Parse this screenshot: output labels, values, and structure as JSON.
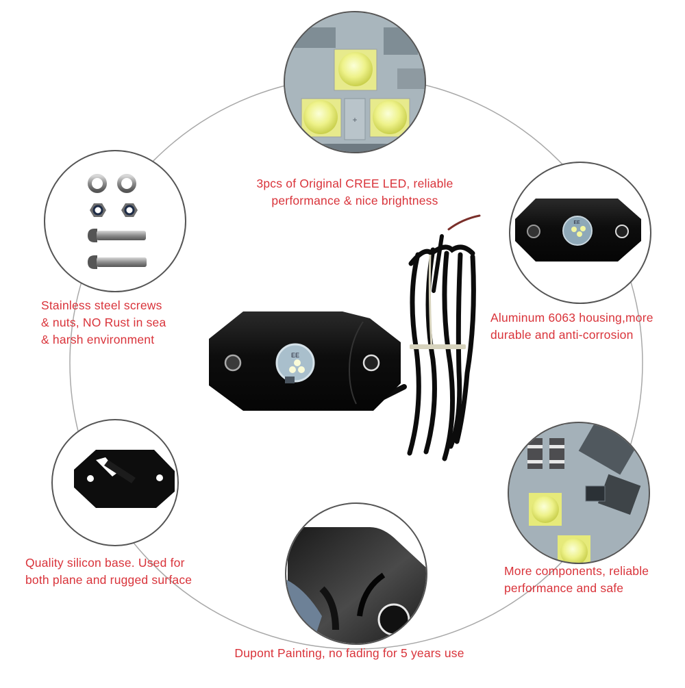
{
  "infographic": {
    "subject": "LED rock light",
    "accent_color": "#d9333a",
    "ring_color": "#9a9a9a",
    "features": [
      {
        "id": "cree-led",
        "image": "cree-led-closeup",
        "lines": [
          "3pcs of Original CREE LED, reliable",
          "performance & nice brightness"
        ]
      },
      {
        "id": "screws",
        "image": "stainless-screws-nuts",
        "lines": [
          "Stainless steel screws",
          "& nuts, NO Rust in sea",
          "& harsh environment"
        ]
      },
      {
        "id": "housing",
        "image": "aluminum-housing",
        "lines": [
          "Aluminum 6063 housing,more",
          "durable and anti-corrosion"
        ]
      },
      {
        "id": "silicon-base",
        "image": "silicon-base-pad",
        "lines": [
          "Quality silicon base. Used for",
          "both plane and rugged surface"
        ]
      },
      {
        "id": "components",
        "image": "pcb-components-closeup",
        "lines": [
          "More components, reliable",
          "performance and safe"
        ]
      },
      {
        "id": "painting",
        "image": "dupont-painted-housing-closeup",
        "lines": [
          "Dupont Painting, no fading for 5 years use"
        ]
      }
    ],
    "center_product": {
      "image": "rock-light-with-cable",
      "led_label": "EE"
    }
  }
}
